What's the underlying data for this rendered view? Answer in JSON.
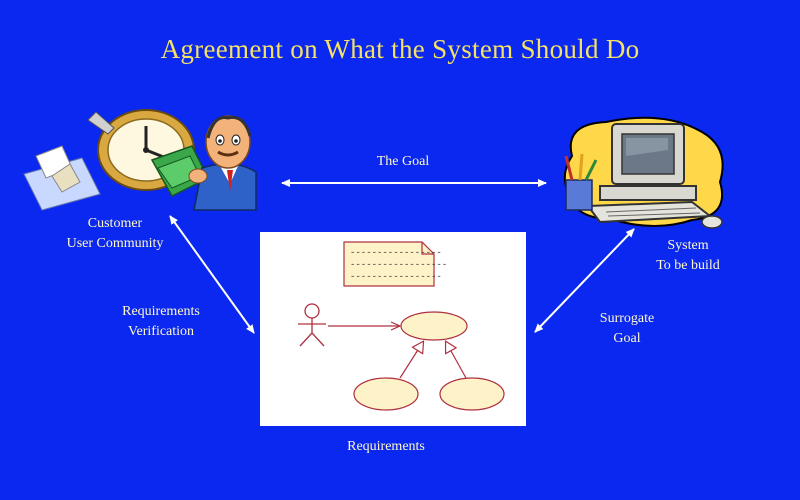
{
  "slide": {
    "title": "Agreement on What the System Should Do",
    "title_color": "#f5e264",
    "background": "#0a28f0",
    "label_color": "#fff9c8"
  },
  "customer": {
    "line1": "Customer",
    "line2": "User Community"
  },
  "system": {
    "line1": "System",
    "line2": "To be build"
  },
  "goal": {
    "label": "The Goal"
  },
  "verification": {
    "line1": "Requirements",
    "line2": "Verification"
  },
  "surrogate": {
    "line1": "Surrogate",
    "line2": "Goal"
  },
  "requirements": {
    "label": "Requirements"
  },
  "note": {
    "lines": [
      "-----------------",
      "------------------",
      "-----------------"
    ]
  },
  "icons": {
    "customer": "businessman-clock-money-clipart",
    "system": "computer-clipart",
    "actor": "stick-figure-actor-icon",
    "document": "note-document-icon"
  }
}
